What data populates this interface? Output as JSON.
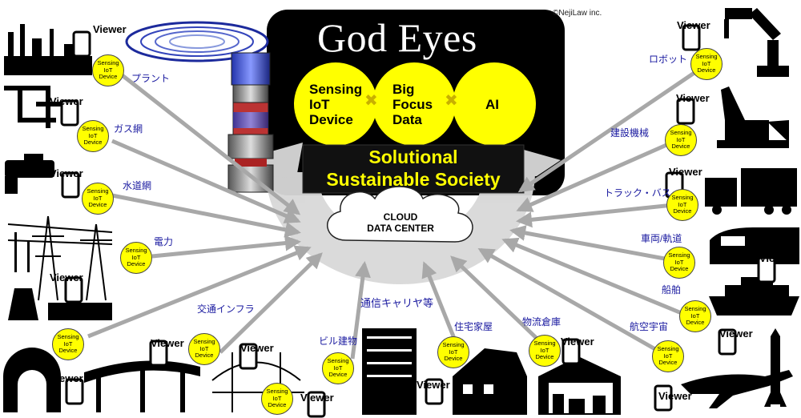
{
  "copyright": "©NejiLaw inc.",
  "title": "God Eyes",
  "circles": [
    "Sensing\nIoT\nDevice",
    "Big\nFocus\nData",
    "AI"
  ],
  "operator_symbol": "✖",
  "tagline_line1": "Solutional",
  "tagline_line2": "Sustainable Society",
  "cloud_line1": "CLOUD",
  "cloud_line2": "DATA CENTER",
  "carrier_label": "通信キャリヤ等",
  "viewer_label": "Viewer",
  "sensing_label": "Sensing\nIoT\nDevice",
  "categories": [
    "プラント",
    "ガス網",
    "水道網",
    "電力",
    "交通インフラ",
    "ビル建物",
    "住宅家屋",
    "物流倉庫",
    "航空宇宙",
    "船舶",
    "車両/軌道",
    "トラック・バス",
    "建設機械",
    "ロボット"
  ],
  "colors": {
    "panel": "#000000",
    "circle": "#ffff00",
    "tagline": "#ffff00",
    "category_text": "#1a1aa0",
    "arrow": "#a8a8a8",
    "ring": "#d8d8d8"
  }
}
